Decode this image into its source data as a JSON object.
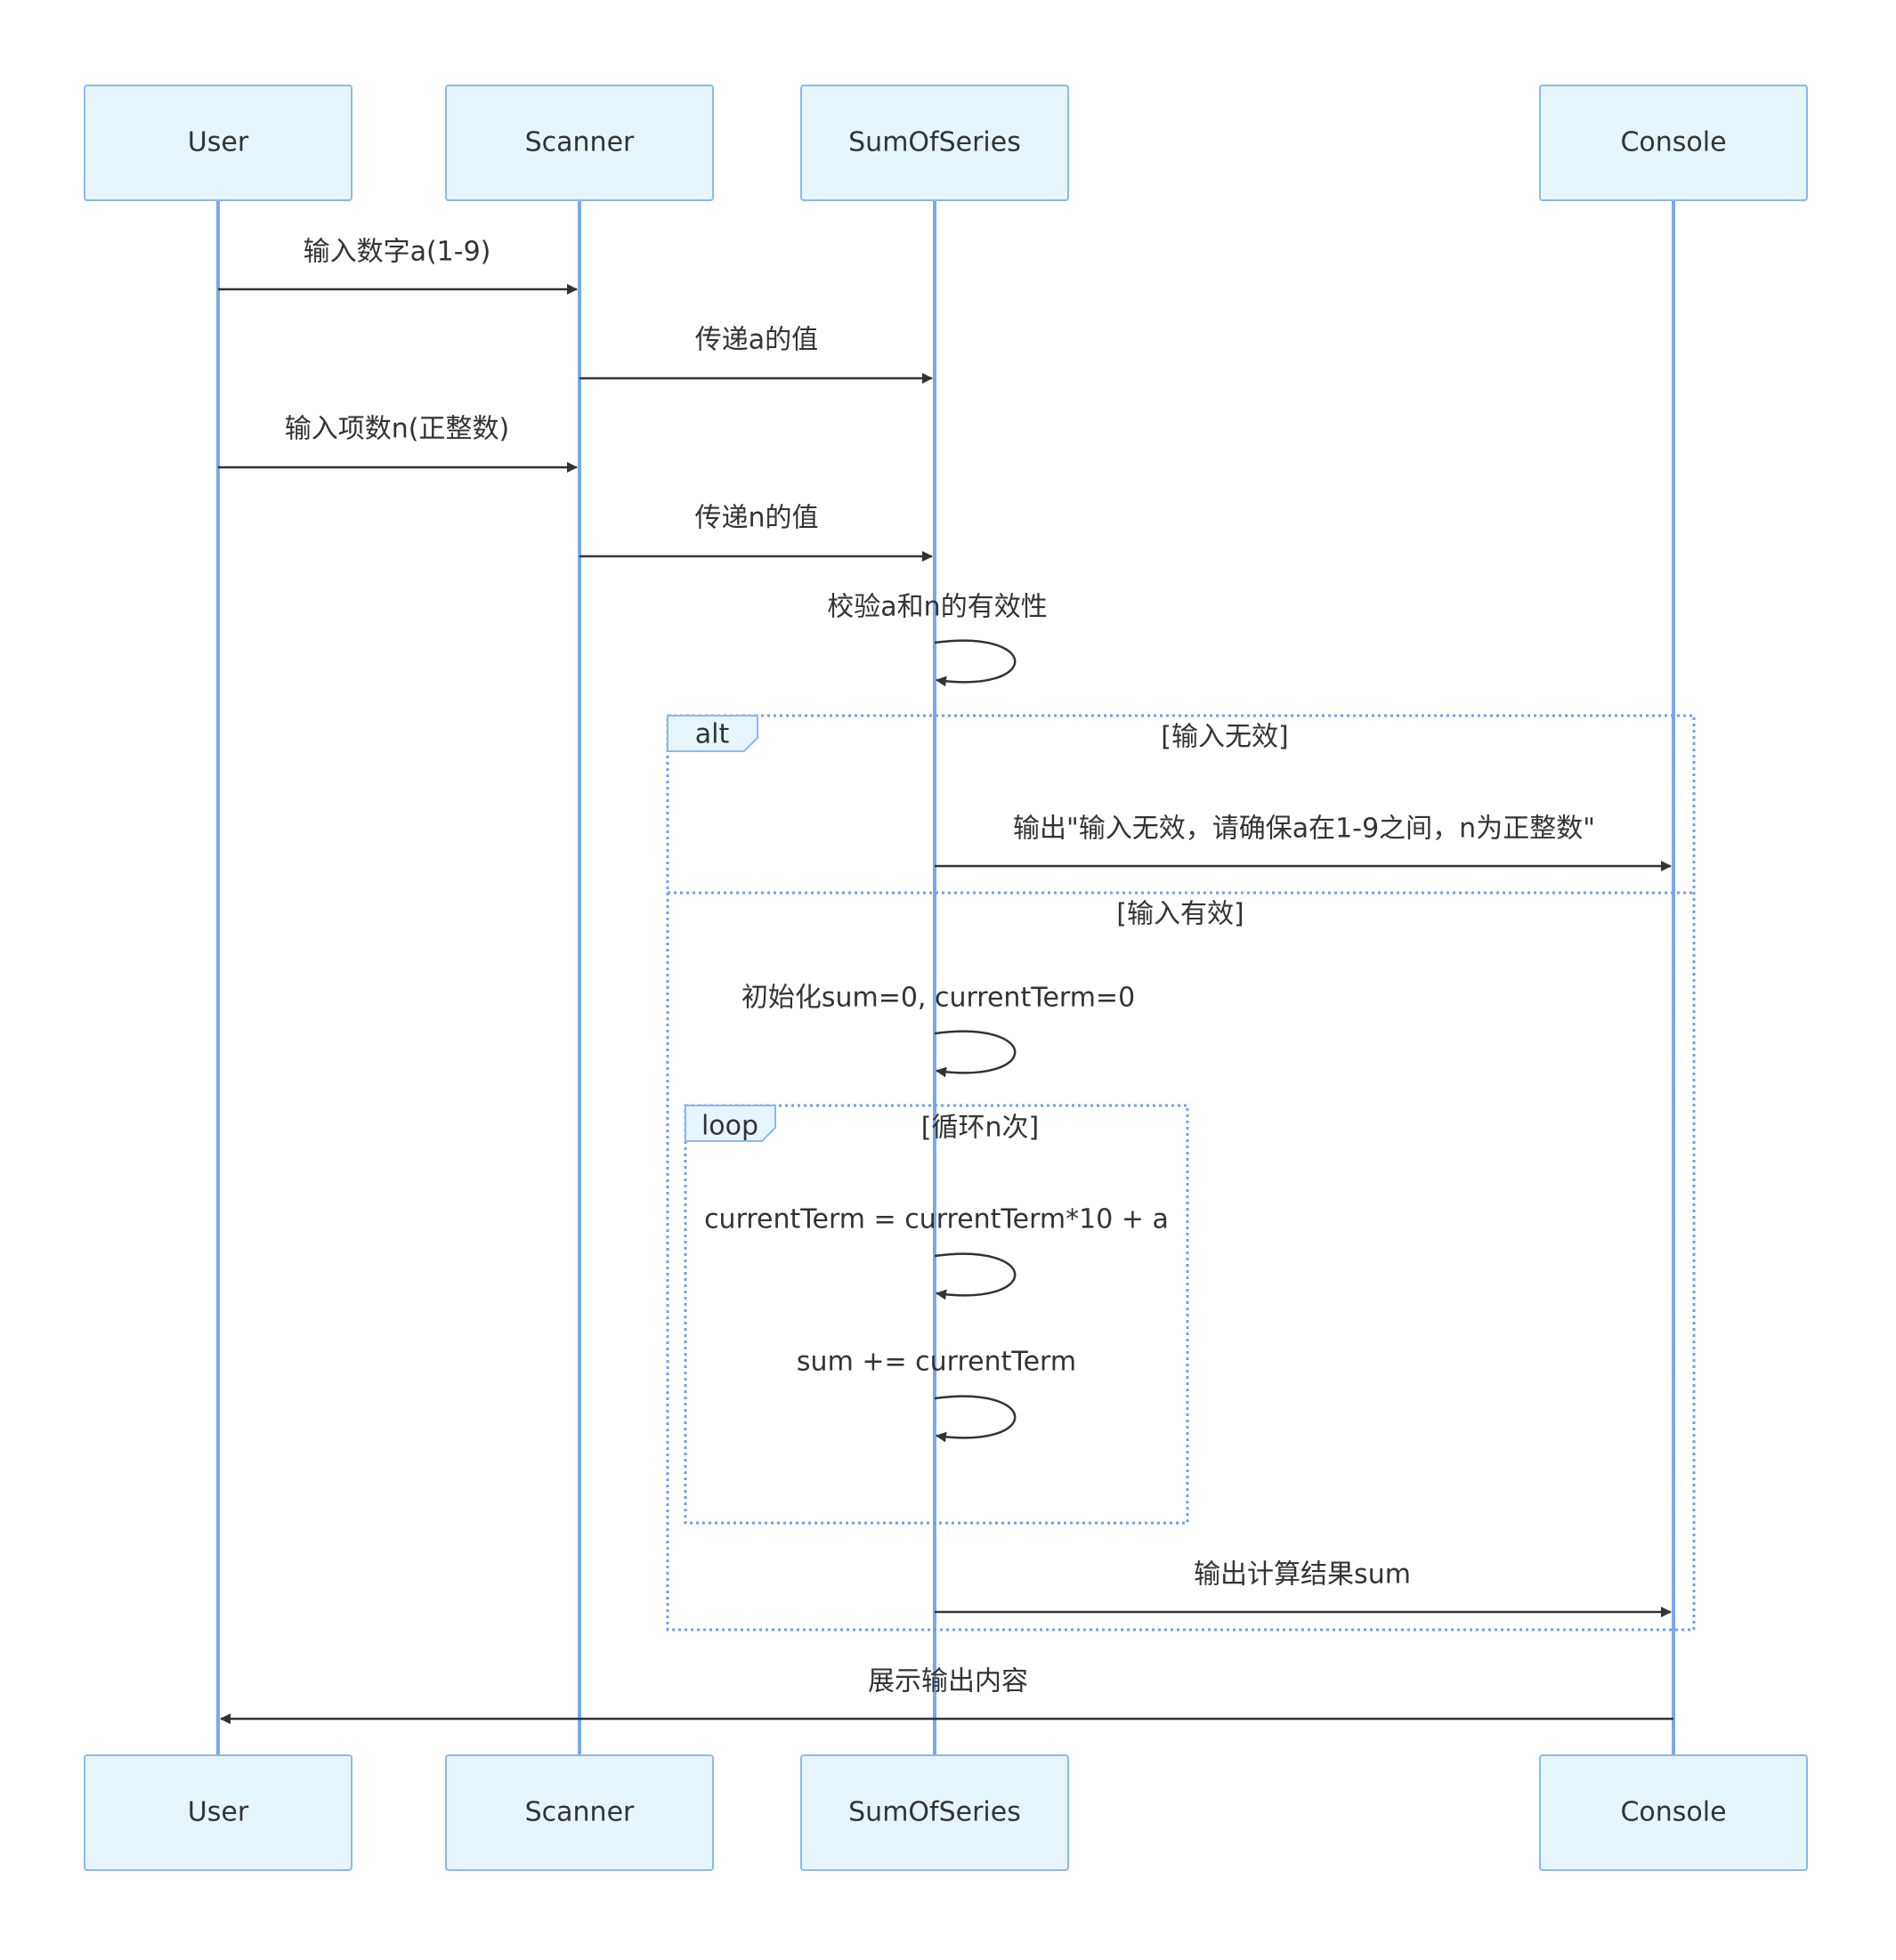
{
  "participants": [
    {
      "id": "user",
      "label": "User"
    },
    {
      "id": "scanner",
      "label": "Scanner"
    },
    {
      "id": "sum",
      "label": "SumOfSeries"
    },
    {
      "id": "console",
      "label": "Console"
    }
  ],
  "messages": [
    {
      "from": "user",
      "to": "scanner",
      "text": "输入数字a(1-9)"
    },
    {
      "from": "scanner",
      "to": "sum",
      "text": "传递a的值"
    },
    {
      "from": "user",
      "to": "scanner",
      "text": "输入项数n(正整数)"
    },
    {
      "from": "scanner",
      "to": "sum",
      "text": "传递n的值"
    },
    {
      "from": "sum",
      "to": "sum",
      "text": "校验a和n的有效性"
    },
    {
      "from": "sum",
      "to": "console",
      "text": "输出\"输入无效，请确保a在1-9之间，n为正整数\""
    },
    {
      "from": "sum",
      "to": "sum",
      "text": "初始化sum=0, currentTerm=0"
    },
    {
      "from": "sum",
      "to": "sum",
      "text": "currentTerm = currentTerm*10 + a"
    },
    {
      "from": "sum",
      "to": "sum",
      "text": "sum += currentTerm"
    },
    {
      "from": "sum",
      "to": "console",
      "text": "输出计算结果sum"
    },
    {
      "from": "console",
      "to": "user",
      "text": "展示输出内容"
    }
  ],
  "fragments": {
    "alt": {
      "label": "alt",
      "condition": "[输入无效]",
      "else_condition": "[输入有效]"
    },
    "loop": {
      "label": "loop",
      "condition": "[循环n次]"
    }
  },
  "colors": {
    "actor_fill": "#e5f5fb",
    "actor_border": "#8ab8ef",
    "lifeline": "#7aa8ee",
    "frame": "#6f9ef0",
    "text": "#333333"
  }
}
